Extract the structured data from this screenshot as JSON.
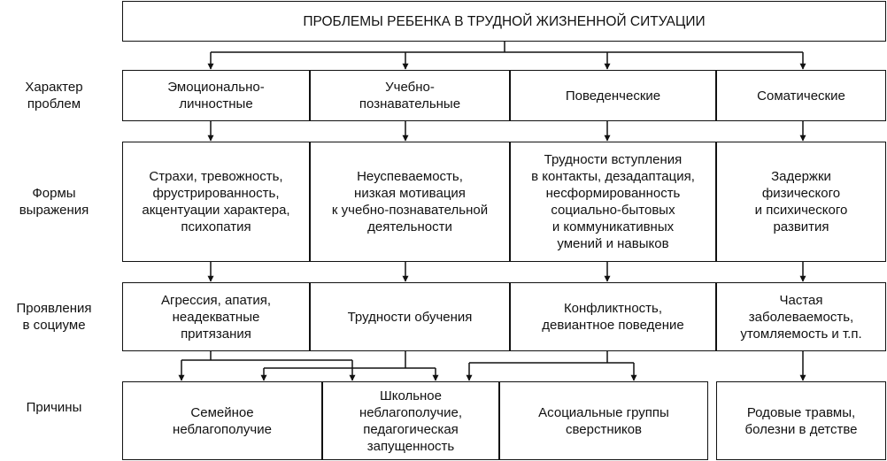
{
  "title": "ПРОБЛЕМЫ РЕБЕНКА В ТРУДНОЙ ЖИЗНЕННОЙ СИТУАЦИИ",
  "row_labels": [
    "Характер\nпроблем",
    "Формы\nвыражения",
    "Проявления\nв социуме",
    "Причины"
  ],
  "columns": [
    {
      "character": "Эмоционально-\nличностные",
      "forms": "Страхи, тревожность,\nфрустрированность,\nакцентуации характера,\nпсихопатия",
      "manifestations": "Агрессия, апатия,\nнеадекватные\nпритязания",
      "causes": "Семейное\nнеблагополучие"
    },
    {
      "character": "Учебно-\nпознавательные",
      "forms": "Неуспеваемость,\nнизкая мотивация\nк учебно-познавательной\nдеятельности",
      "manifestations": "Трудности обучения",
      "causes": "Школьное\nнеблагополучие,\nпедагогическая\nзапущенность"
    },
    {
      "character": "Поведенческие",
      "forms": "Трудности вступления\nв контакты, дезадаптация,\nнесформированность\nсоциально-бытовых\nи коммуникативных\nумений и навыков",
      "manifestations": "Конфликтность,\nдевиантное поведение",
      "causes": "Асоциальные группы\nсверстников"
    },
    {
      "character": "Соматические",
      "forms": "Задержки\nфизического\nи психического\nразвития",
      "manifestations": "Частая\nзаболеваемость,\nутомляемость и т.п.",
      "causes": "Родовые травмы,\nболезни в детстве"
    }
  ]
}
